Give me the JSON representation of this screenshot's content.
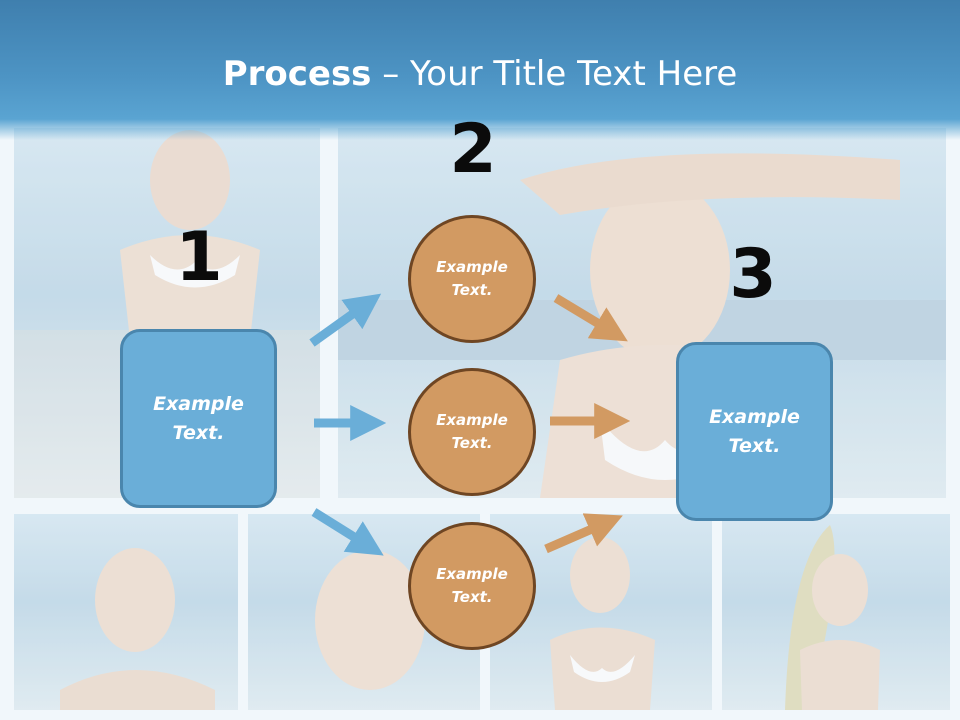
{
  "slide": {
    "title_bold": "Process",
    "title_rest": " – Your Title Text Here",
    "steps": [
      "1",
      "2",
      "3"
    ],
    "left_box": {
      "line1": "Example",
      "line2": "Text."
    },
    "right_box": {
      "line1": "Example",
      "line2": "Text."
    },
    "circles": [
      {
        "line1": "Example",
        "line2": "Text."
      },
      {
        "line1": "Example",
        "line2": "Text."
      },
      {
        "line1": "Example",
        "line2": "Text."
      }
    ]
  },
  "colors": {
    "header": "#4d94c4",
    "box_fill": "#6aaed8",
    "box_border": "#4a86ad",
    "circle_fill": "#d29a62",
    "circle_border": "#6f4623",
    "blue_arrow": "#6aaed8",
    "orange_arrow": "#d29a62"
  }
}
